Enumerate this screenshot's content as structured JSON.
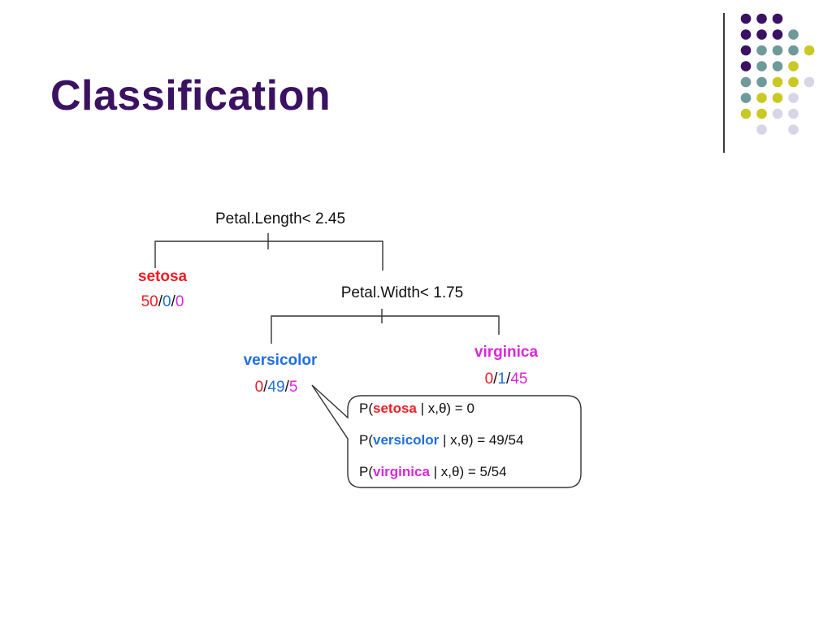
{
  "slide": {
    "title": "Classification",
    "colors": {
      "title": "#3b1262",
      "setosa": "#ee1c25",
      "versicolor": "#1f6fde",
      "virginica": "#d927d9"
    },
    "decoration": {
      "dot_colors": {
        "purple": "#3b1262",
        "teal": "#6f9a9b",
        "yellow": "#c9c925",
        "lavender": "#d6d6e6"
      }
    }
  },
  "tree": {
    "root_split": "Petal.Length< 2.45",
    "second_split": "Petal.Width< 1.75",
    "leaves": {
      "setosa": {
        "label": "setosa",
        "counts": [
          "50",
          "0",
          "0"
        ]
      },
      "versicolor": {
        "label": "versicolor",
        "counts": [
          "0",
          "49",
          "5"
        ]
      },
      "virginica": {
        "label": "virginica",
        "counts": [
          "0",
          "1",
          "45"
        ]
      }
    },
    "count_separator": "/"
  },
  "callout": {
    "lines": [
      {
        "prefix": "P(",
        "species": "setosa",
        "suffix": "| x,θ) = 0"
      },
      {
        "prefix": "P(",
        "species": "versicolor",
        "suffix": "| x,θ) = 49/54"
      },
      {
        "prefix": "P(",
        "species": "virginica",
        "suffix": "| x,θ) = 5/54"
      }
    ]
  }
}
